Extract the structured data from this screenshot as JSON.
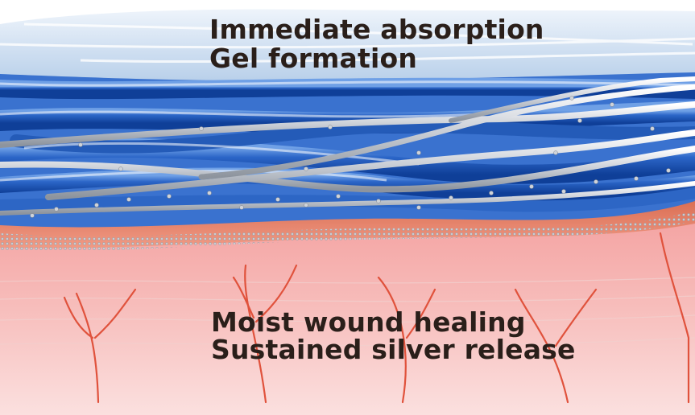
{
  "labels": {
    "top_line_1": "Immediate absorption",
    "top_line_2": "Gel formation",
    "bottom_line_1": "Moist wound healing",
    "bottom_line_2": "Sustained silver release"
  },
  "colors": {
    "gel_top": "#c9dcef",
    "blue_fiber": "#1e56b8",
    "silver_fiber": "#d6dbe2",
    "orange_layer": "#e3846a",
    "skin": "#f6b3b0",
    "vessel": "#e0523c"
  }
}
